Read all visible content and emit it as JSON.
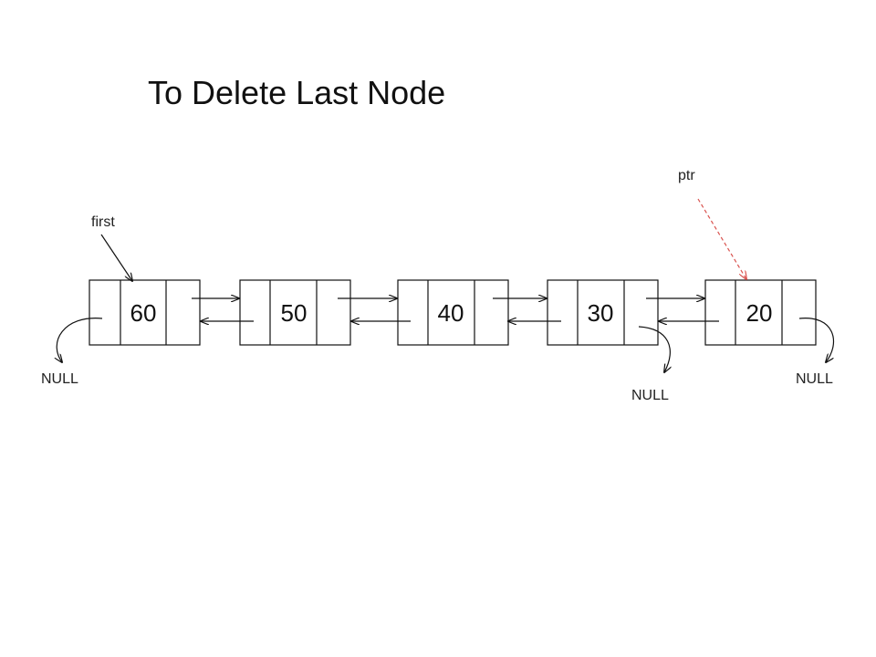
{
  "slide": {
    "title": "To Delete Last Node"
  },
  "list": {
    "nodes": [
      {
        "value": "60"
      },
      {
        "value": "50"
      },
      {
        "value": "40"
      },
      {
        "value": "30"
      },
      {
        "value": "20"
      }
    ]
  },
  "pointers": {
    "first_label": "first",
    "ptr_label": "ptr"
  },
  "nulls": {
    "left": "NULL",
    "middle": "NULL",
    "right": "NULL"
  },
  "colors": {
    "ink": "#111111",
    "ptr_arrow": "#d9534f"
  }
}
